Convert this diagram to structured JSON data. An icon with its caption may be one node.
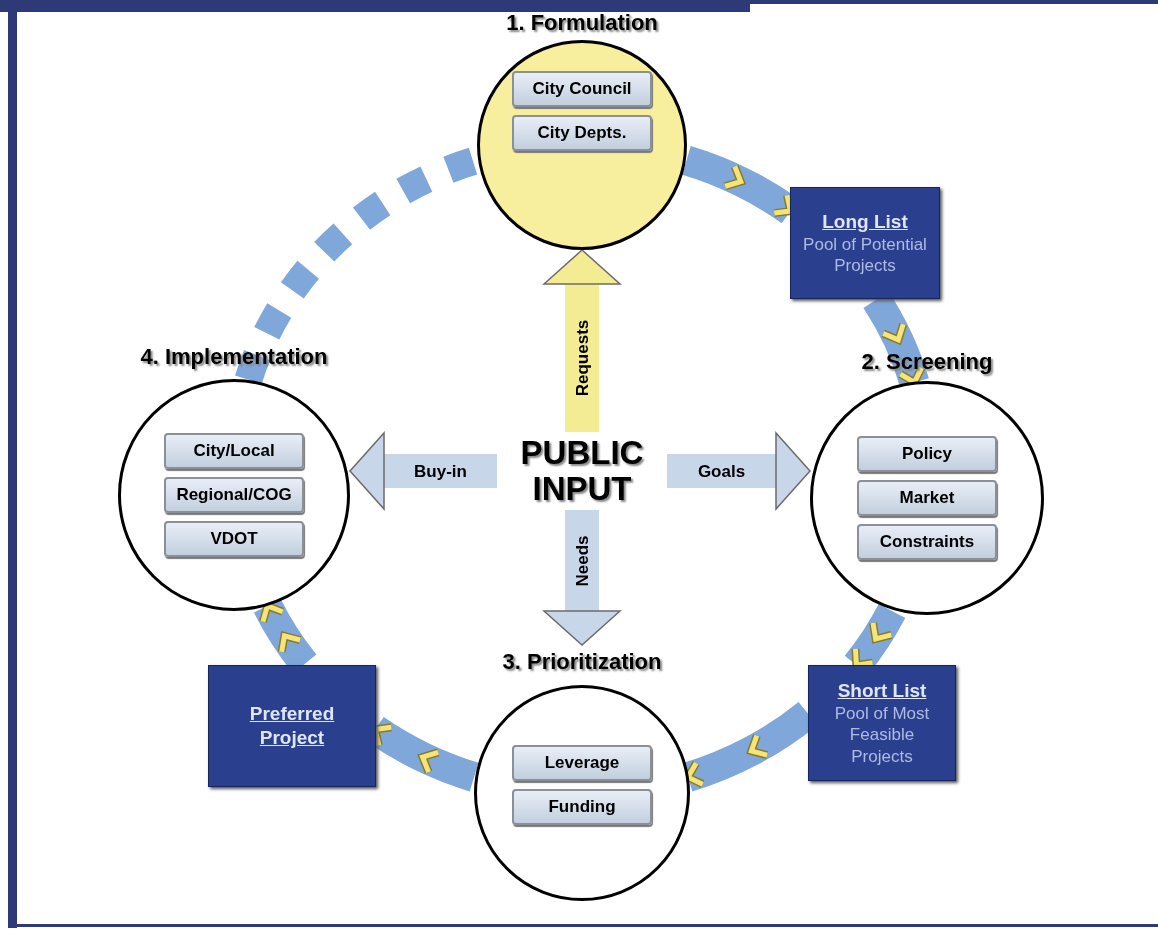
{
  "diagram": {
    "nodes": [
      {
        "text": [
          "1. Formulation"
        ]
      },
      {
        "text": [
          "City Council"
        ],
        "in": 0
      },
      {
        "text": [
          "City Depts."
        ],
        "in": 0
      },
      {
        "text": [
          "Long List",
          "Pool of Potential Projects"
        ]
      },
      {
        "text": [
          "2. Screening"
        ]
      },
      {
        "text": [
          "Policy"
        ],
        "in": 4
      },
      {
        "text": [
          "Market"
        ],
        "in": 4
      },
      {
        "text": [
          "Constraints"
        ],
        "in": 4
      },
      {
        "text": [
          "Short List",
          "Pool of Most Feasible Projects"
        ]
      },
      {
        "text": [
          "3. Prioritization"
        ]
      },
      {
        "text": [
          "Leverage"
        ],
        "in": 9
      },
      {
        "text": [
          "Funding"
        ],
        "in": 9
      },
      {
        "text": [
          "Preferred Project"
        ]
      },
      {
        "text": [
          "4. Implementation"
        ]
      },
      {
        "text": [
          "City/Local"
        ],
        "in": 13
      },
      {
        "text": [
          "Regional/COG"
        ],
        "in": 13
      },
      {
        "text": [
          "VDOT"
        ],
        "in": 13
      },
      {
        "text": [
          "PUBLIC INPUT"
        ]
      }
    ],
    "edges": [
      {
        "from": 0,
        "to": 3,
        "arrow": "to"
      },
      {
        "from": 3,
        "to": 4,
        "arrow": "to"
      },
      {
        "from": 4,
        "to": 8,
        "arrow": "to"
      },
      {
        "from": 8,
        "to": 9,
        "arrow": "to"
      },
      {
        "from": 9,
        "to": 12,
        "arrow": "to"
      },
      {
        "from": 12,
        "to": 13,
        "arrow": "to"
      },
      {
        "from": 13,
        "to": 0,
        "arrow": "none",
        "style": "dashed"
      },
      {
        "from": 17,
        "to": 0,
        "arrow": "to",
        "label": "Requests",
        "color": "#f4ec93"
      },
      {
        "from": 17,
        "to": 4,
        "arrow": "to",
        "label": "Goals",
        "color": "#c8d6ea"
      },
      {
        "from": 17,
        "to": 9,
        "arrow": "to",
        "label": "Needs",
        "color": "#c8d6ea"
      },
      {
        "from": 17,
        "to": 13,
        "arrow": "to",
        "label": "Buy-in",
        "color": "#c8d6ea"
      }
    ]
  }
}
